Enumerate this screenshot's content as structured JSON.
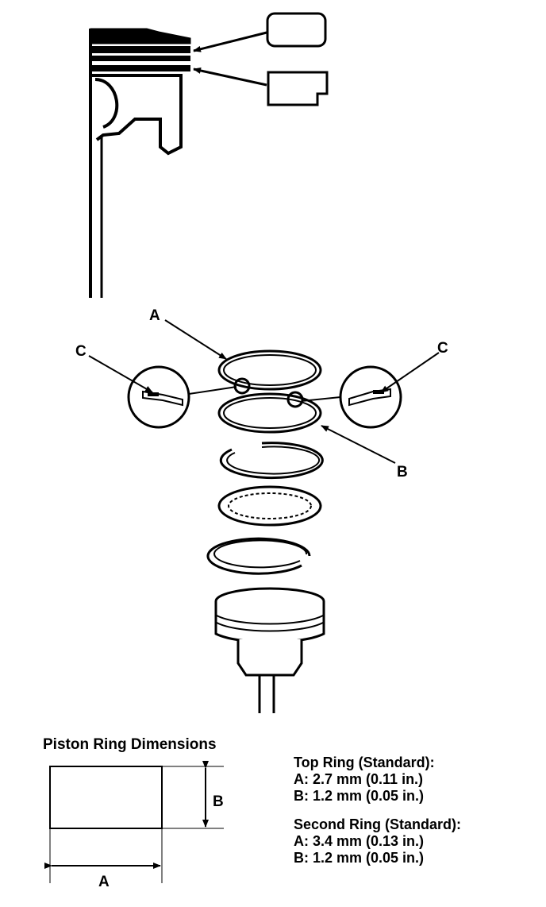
{
  "labels": {
    "A": "A",
    "B": "B",
    "C": "C"
  },
  "dimensions": {
    "title": "Piston Ring Dimensions",
    "label_A": "A",
    "label_B": "B",
    "top_ring": {
      "heading": "Top Ring (Standard):",
      "a": "A: 2.7 mm (0.11 in.)",
      "b": "B: 1.2 mm (0.05 in.)"
    },
    "second_ring": {
      "heading": "Second Ring (Standard):",
      "a": "A: 3.4 mm (0.13 in.)",
      "b": "B: 1.2 mm (0.05 in.)"
    }
  },
  "colors": {
    "ink": "#000000",
    "paper": "#ffffff"
  }
}
